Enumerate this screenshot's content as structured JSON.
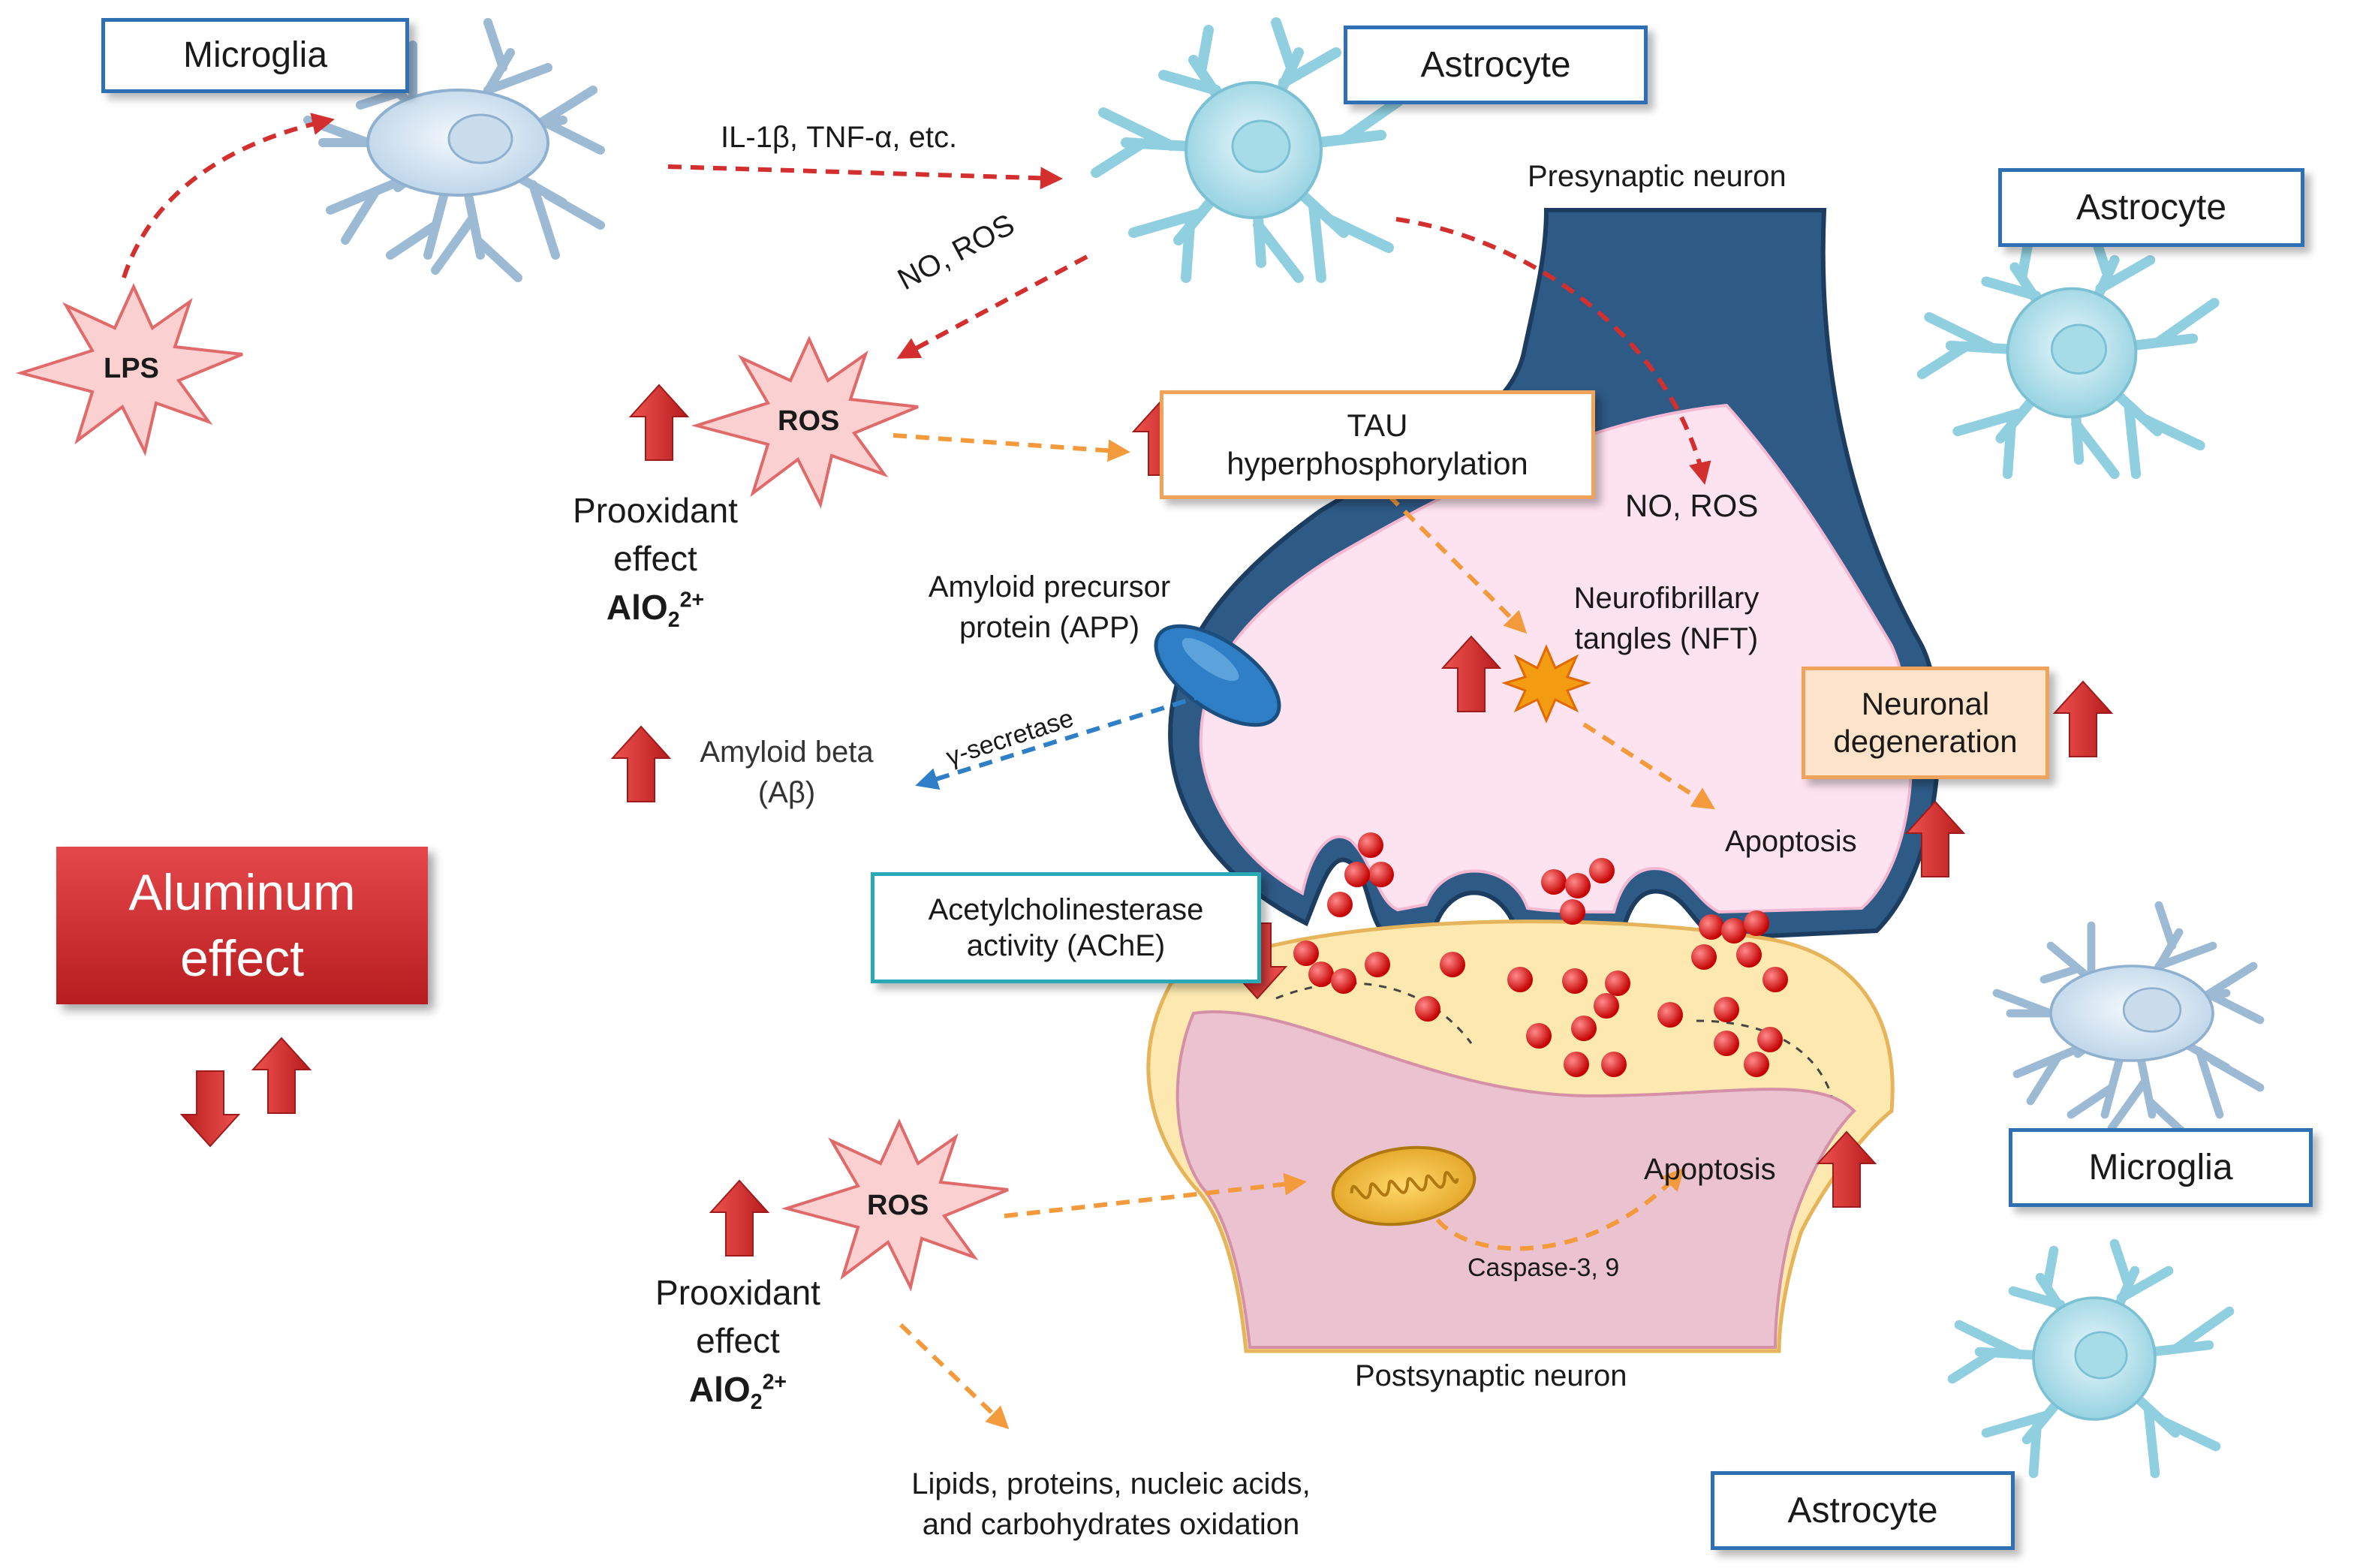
{
  "cells": {
    "microglia_top": "Microglia",
    "astrocyte_top": "Astrocyte",
    "astrocyte_right": "Astrocyte",
    "microglia_right": "Microglia",
    "astrocyte_bottom": "Astrocyte"
  },
  "pathway": {
    "cytokines": "IL-1β, TNF-α, etc.",
    "no_ros_left": "NO, ROS",
    "no_ros_right": "NO, ROS",
    "lps": "LPS",
    "ros_top": "ROS",
    "ros_bottom": "ROS"
  },
  "prooxidant_top": {
    "line1": "Prooxidant",
    "line2": "effect",
    "formula": "AlO",
    "sub": "2",
    "sup": "2+"
  },
  "prooxidant_bottom": {
    "line1": "Prooxidant",
    "line2": "effect",
    "formula": "AlO",
    "sub": "2",
    "sup": "2+"
  },
  "neurons": {
    "presynaptic": "Presynaptic neuron",
    "postsynaptic": "Postsynaptic neuron"
  },
  "labels": {
    "tau_line1": "TAU",
    "tau_line2": "hyperphosphorylation",
    "app_line1": "Amyloid precursor",
    "app_line2": "protein (APP)",
    "nft_line1": "Neurofibrillary",
    "nft_line2": "tangles (NFT)",
    "gamma_secretase": "γ-secretase",
    "abeta_line1": "Amyloid beta",
    "abeta_line2": "(Aβ)",
    "neuronal_line1": "Neuronal",
    "neuronal_line2": "degeneration",
    "apoptosis_pre": "Apoptosis",
    "apoptosis_post": "Apoptosis",
    "ache_line1": "Acetylcholinesterase",
    "ache_line2": "activity (AChE)",
    "caspase": "Caspase-3, 9",
    "oxidation_line1": "Lipids, proteins, nucleic acids,",
    "oxidation_line2": "and carbohydrates oxidation"
  },
  "aluminum": {
    "line1": "Aluminum",
    "line2": "effect"
  },
  "colors": {
    "red_arrow": "#d32f2f",
    "orange_arrow": "#f39a3c",
    "blue_arrow": "#2f7fc6",
    "pink_burst": "#fbd0d0",
    "neuron_blue": "#2e5a86",
    "neuron_pink": "#fde3ef",
    "post_yellow": "#fde9b0",
    "post_pink": "#ebc2cf",
    "cell_blue": "#aee0ea",
    "box_blue": "#2f6fb4",
    "box_cyan": "#2aa8b5",
    "box_orange": "#f0a35a"
  },
  "icons": {
    "up_arrow": "up-arrow-icon",
    "down_arrow": "down-arrow-icon",
    "microglia": "microglia-icon",
    "astrocyte": "astrocyte-icon",
    "burst": "burst-icon",
    "mitochondrion": "mitochondrion-icon",
    "vesicle": "vesicle-icon",
    "receptor": "receptor-icon",
    "tangle": "tangle-icon"
  }
}
